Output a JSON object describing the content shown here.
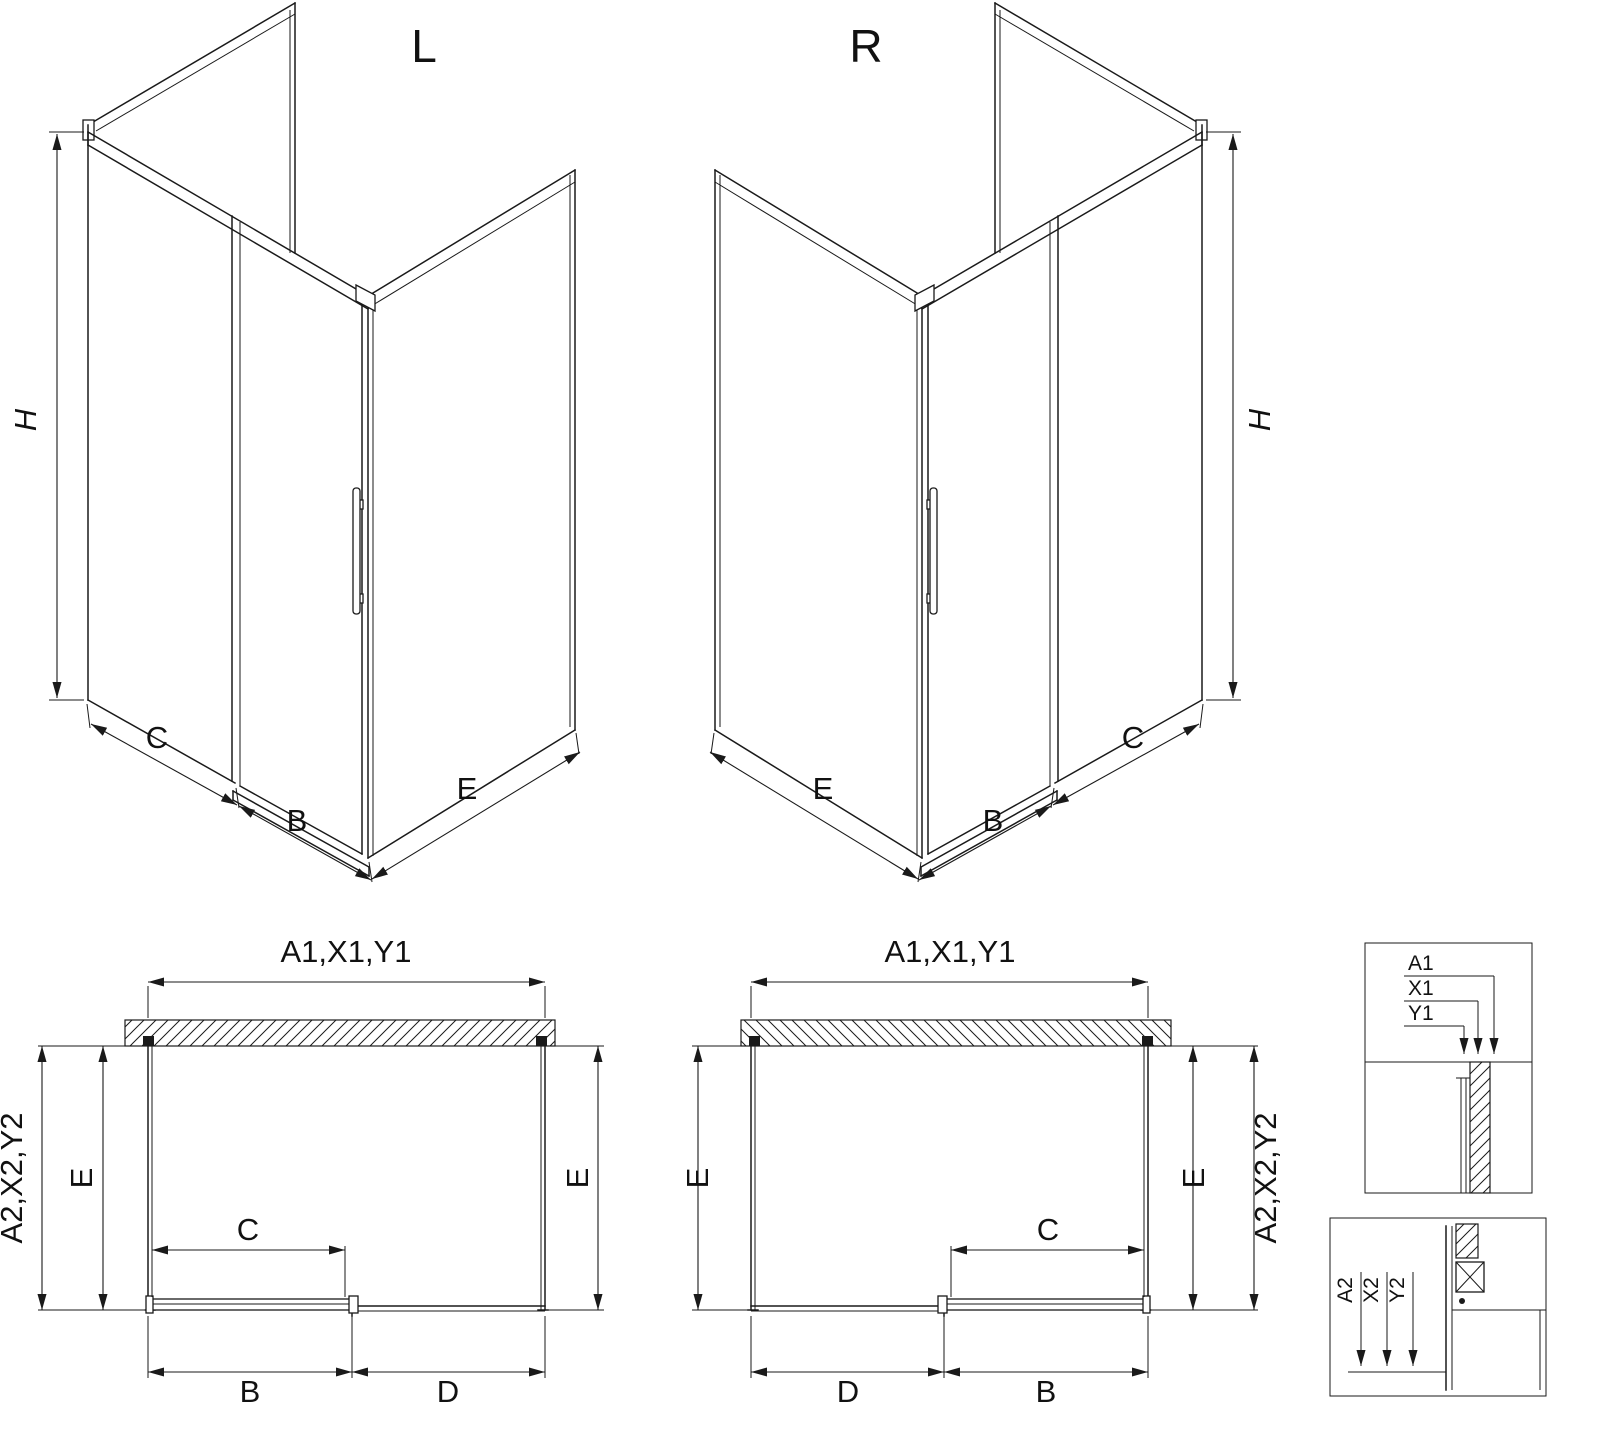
{
  "page": {
    "background": "#ffffff",
    "line_color": "#1a1a1a"
  },
  "iso_left": {
    "title": "L",
    "dim_h": "H",
    "dim_c": "C",
    "dim_b": "B",
    "dim_e": "E"
  },
  "iso_right": {
    "title": "R",
    "dim_h": "H",
    "dim_c": "C",
    "dim_b": "B",
    "dim_e": "E"
  },
  "plan_left": {
    "dim_top": "A1,X1,Y1",
    "dim_side": "A2,X2,Y2",
    "dim_e_left": "E",
    "dim_e_right": "E",
    "dim_c": "C",
    "dim_b": "B",
    "dim_d": "D"
  },
  "plan_right": {
    "dim_top": "A1,X1,Y1",
    "dim_side": "A2,X2,Y2",
    "dim_e_left": "E",
    "dim_e_right": "E",
    "dim_c": "C",
    "dim_b": "B",
    "dim_d": "D"
  },
  "detail_top": {
    "label_a1": "A1",
    "label_x1": "X1",
    "label_y1": "Y1"
  },
  "detail_bottom": {
    "label_a2": "A2",
    "label_x2": "X2",
    "label_y2": "Y2"
  }
}
